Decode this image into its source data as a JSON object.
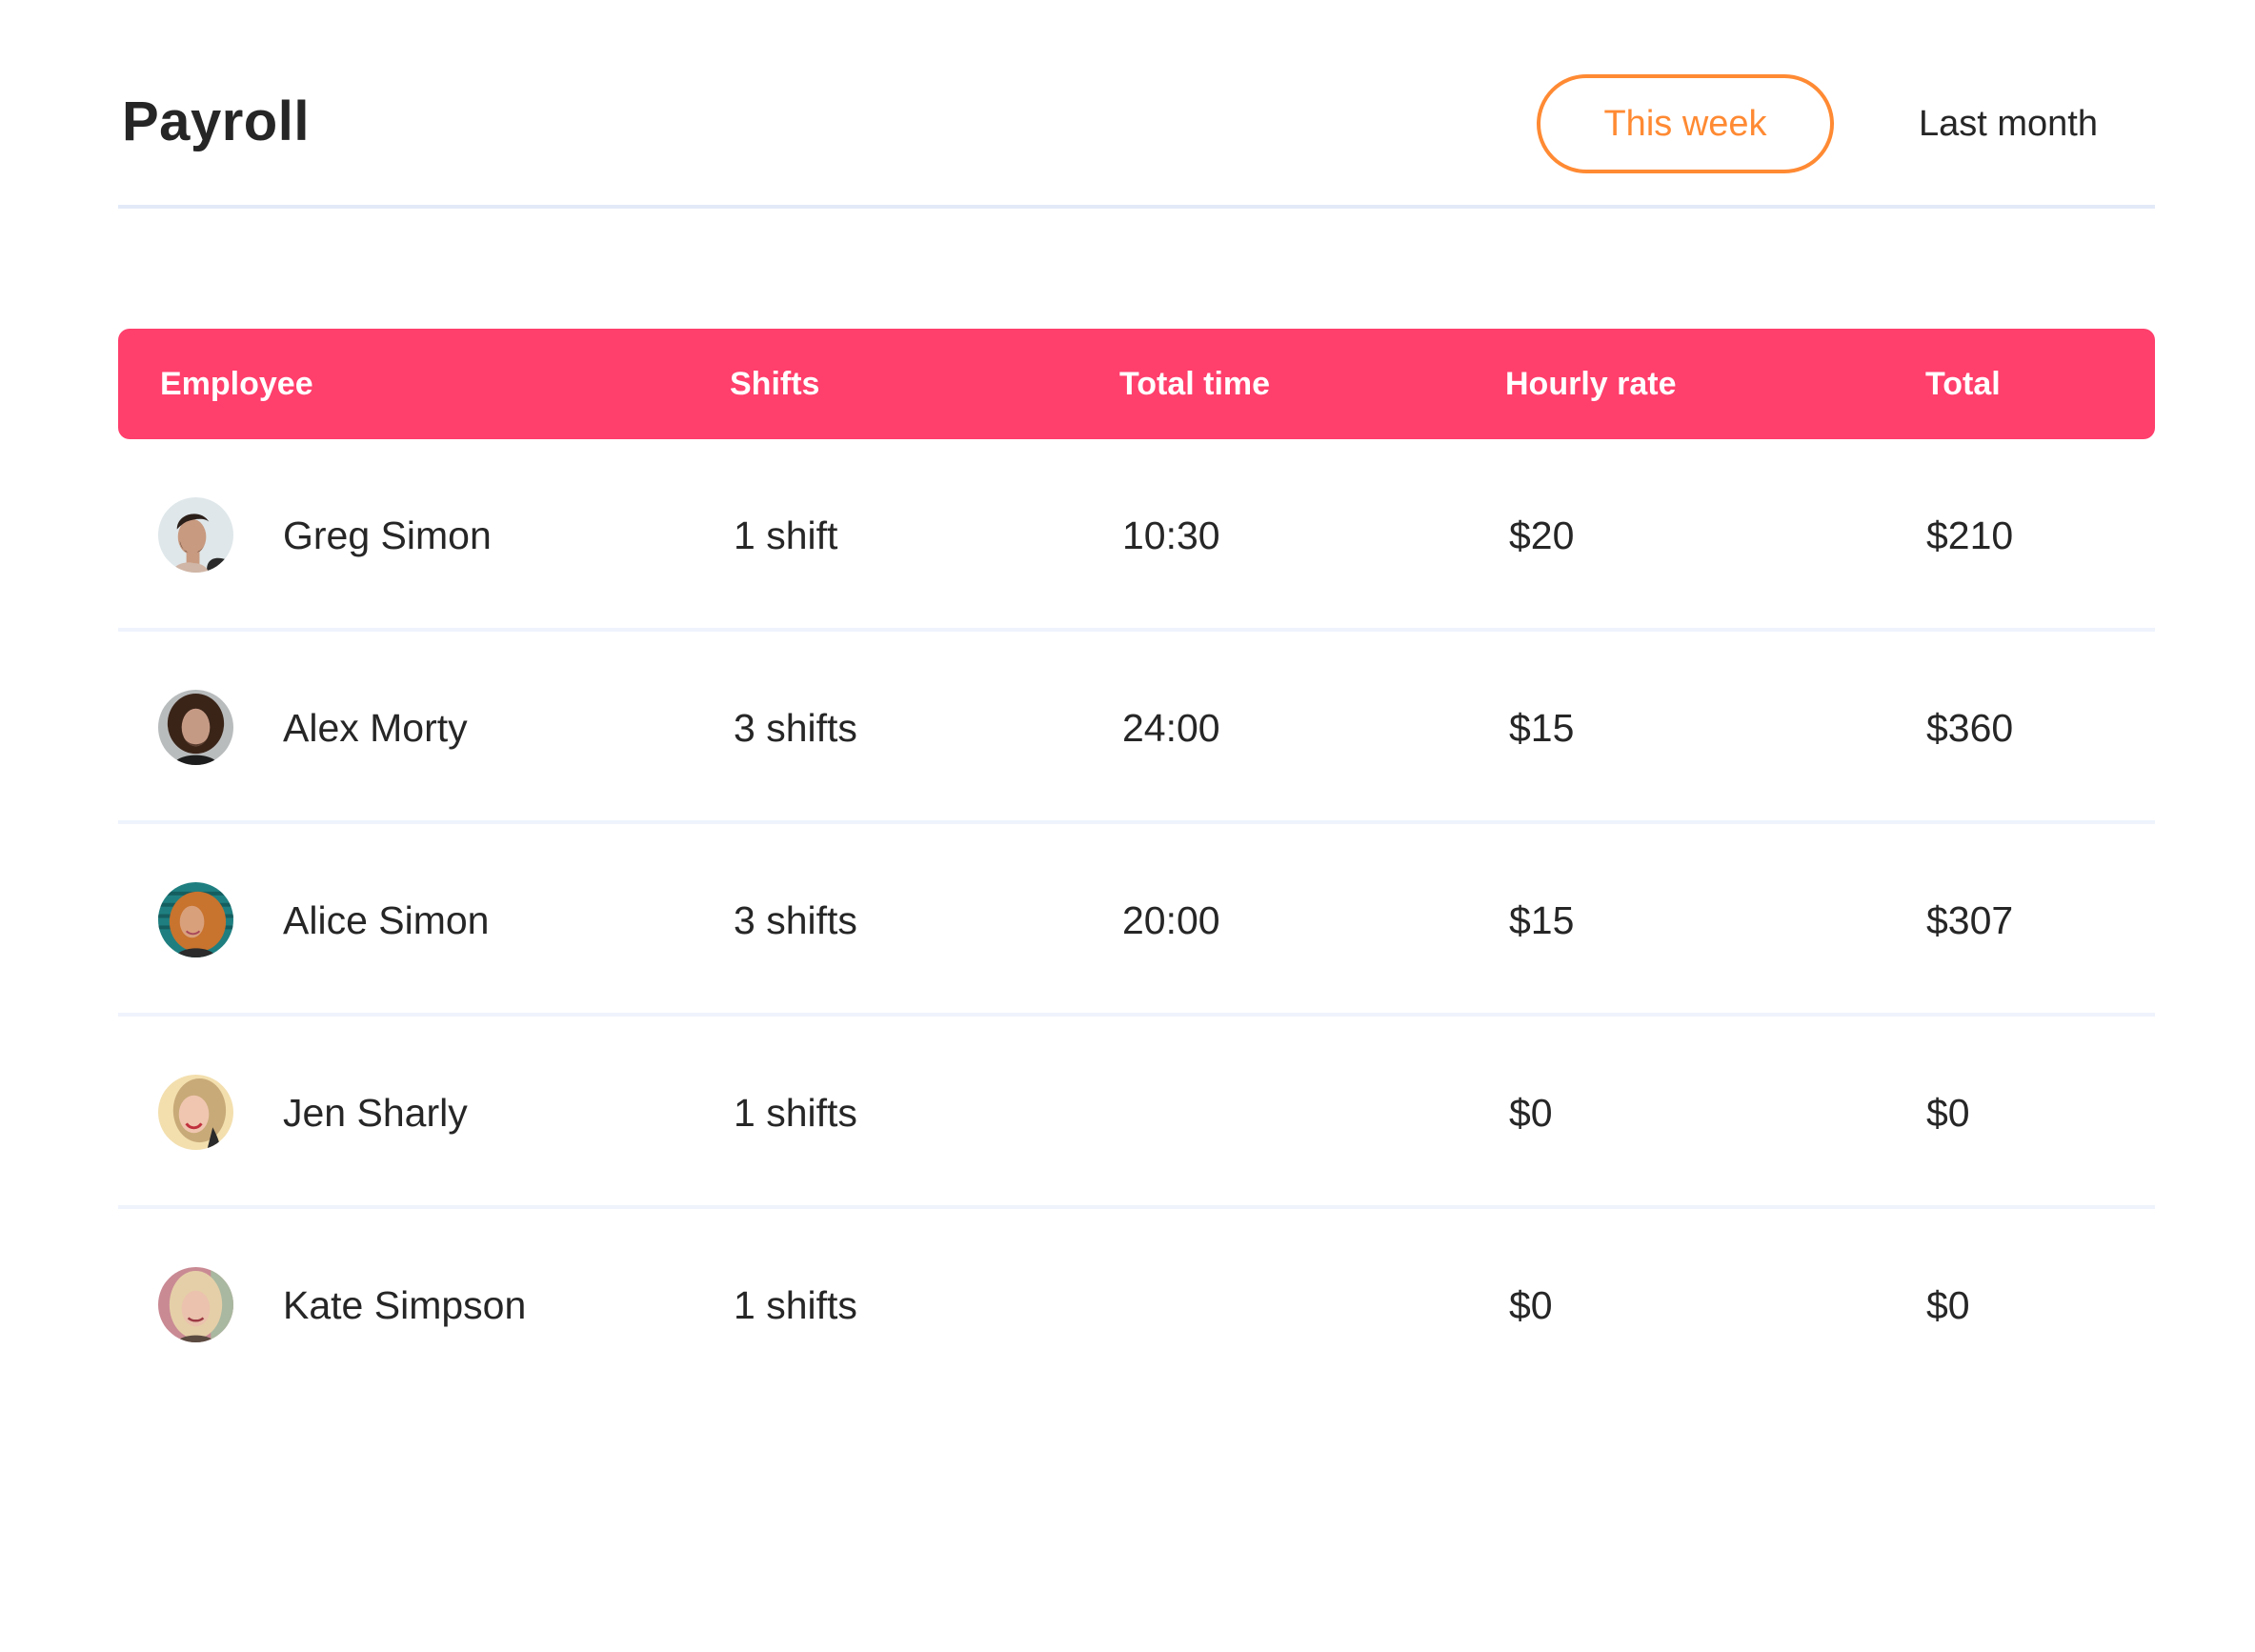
{
  "header": {
    "title": "Payroll",
    "period_options": [
      {
        "label": "This week",
        "active": true
      },
      {
        "label": "Last month",
        "active": false
      }
    ]
  },
  "table": {
    "columns": [
      "Employee",
      "Shifts",
      "Total time",
      "Hourly rate",
      "Total"
    ],
    "rows": [
      {
        "name": "Greg Simon",
        "shifts": "1 shift",
        "total_time": "10:30",
        "hourly_rate": "$20",
        "total": "$210",
        "avatar": "avatar-photo-man-short-hair"
      },
      {
        "name": "Alex Morty",
        "shifts": "3 shifts",
        "total_time": "24:00",
        "hourly_rate": "$15",
        "total": "$360",
        "avatar": "avatar-photo-man-curly-hair"
      },
      {
        "name": "Alice Simon",
        "shifts": "3 shifts",
        "total_time": "20:00",
        "hourly_rate": "$15",
        "total": "$307",
        "avatar": "avatar-photo-woman-curly-red-hair"
      },
      {
        "name": "Jen Sharly",
        "shifts": "1 shifts",
        "total_time": "",
        "hourly_rate": "$0",
        "total": "$0",
        "avatar": "avatar-photo-woman-blonde"
      },
      {
        "name": "Kate Simpson",
        "shifts": "1 shifts",
        "total_time": "",
        "hourly_rate": "$0",
        "total": "$0",
        "avatar": "avatar-photo-woman-blonde-long"
      }
    ]
  },
  "colors": {
    "header_bar": "#FF3F6C",
    "active_toggle": "#FF8A33",
    "text": "#262626",
    "divider": "#E2EAF8",
    "row_divider": "#EEF3FC"
  }
}
